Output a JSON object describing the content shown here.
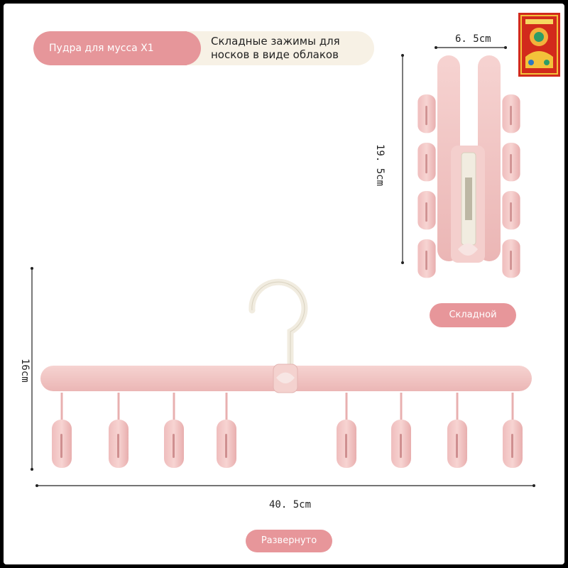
{
  "header": {
    "option_label": "Пудра для мусса X1",
    "product_name": "Складные зажимы для носков в виде облаков"
  },
  "folded": {
    "label": "Складной",
    "width_dim": "6. 5cm",
    "height_dim": "19. 5cm"
  },
  "unfolded": {
    "label": "Развернуто",
    "width_dim": "40. 5cm",
    "height_dim": "16cm"
  },
  "colors": {
    "background": "#000000",
    "card": "#ffffff",
    "accent_pink": "#e6969a",
    "hanger_pink": "#f2c7c6",
    "hook_cream": "#f1ece0"
  }
}
